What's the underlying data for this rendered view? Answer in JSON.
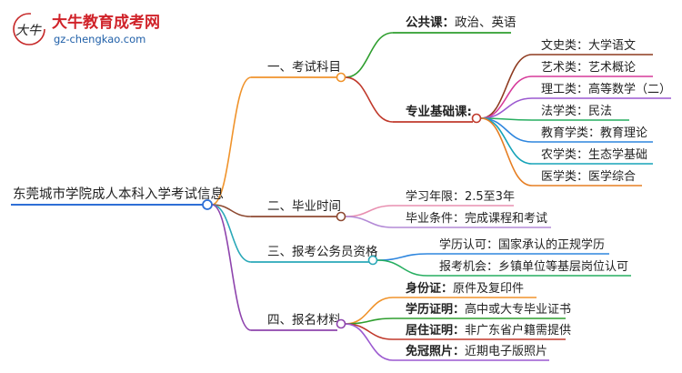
{
  "logo": {
    "title": "大牛教育成考网",
    "url": "gz-chengkao.com",
    "emblem_text": "大牛"
  },
  "root": "东莞城市学院成人本科入学考试信息",
  "branches": [
    {
      "label": "一、考试科目",
      "color": "#f0932b",
      "children": [
        {
          "label": "公共课",
          "value": "政治、英语",
          "bold": true,
          "color": "#2e9e2e"
        },
        {
          "label": "专业基础课:",
          "bold": true,
          "color": "#c0392b",
          "children": [
            {
              "label": "文史类：大学语文",
              "color": "#8e3a1f"
            },
            {
              "label": "艺术类：艺术概论",
              "color": "#d63a9a"
            },
            {
              "label": "理工类：高等数学（二）",
              "color": "#9b59d0"
            },
            {
              "label": "法学类：民法",
              "color": "#27ae60"
            },
            {
              "label": "教育学类：教育理论",
              "color": "#2e86de"
            },
            {
              "label": "农学类：生态学基础",
              "color": "#16a3b8"
            },
            {
              "label": "医学类：医学综合",
              "color": "#e67e22"
            }
          ]
        }
      ]
    },
    {
      "label": "二、毕业时间",
      "color": "#8e4a32",
      "children": [
        {
          "label": "学习年限：2.5至3年",
          "color": "#e88fb0"
        },
        {
          "label": "毕业条件：完成课程和考试",
          "color": "#b38ad6"
        }
      ]
    },
    {
      "label": "三、报考公务员资格",
      "color": "#2aa8b8",
      "children": [
        {
          "label": "学历认可：国家承认的正规学历",
          "color": "#2e86de"
        },
        {
          "label": "报考机会：乡镇单位等基层岗位认可",
          "color": "#27ae60"
        }
      ]
    },
    {
      "label": "四、报名材料",
      "color": "#8e44ad",
      "children": [
        {
          "label": "身份证",
          "value": "原件及复印件",
          "bold": true,
          "color": "#f0932b"
        },
        {
          "label": "学历证明",
          "value": "高中或大专毕业证书",
          "bold": true,
          "color": "#2e9e2e"
        },
        {
          "label": "居住证明",
          "value": "非广东省户籍需提供",
          "bold": true,
          "color": "#c0392b"
        },
        {
          "label": "免冠照片",
          "value": "近期电子版照片",
          "bold": true,
          "color": "#9b59d0"
        }
      ]
    }
  ]
}
